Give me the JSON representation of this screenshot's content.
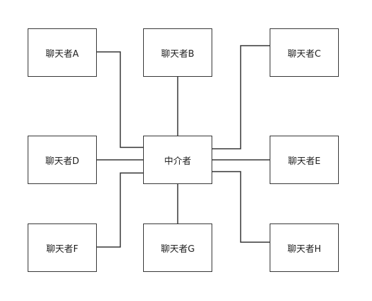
{
  "diagram": {
    "mediator": {
      "label": "中介者"
    },
    "participants": [
      {
        "id": "a",
        "label": "聊天者A"
      },
      {
        "id": "b",
        "label": "聊天者B"
      },
      {
        "id": "c",
        "label": "聊天者C"
      },
      {
        "id": "d",
        "label": "聊天者D"
      },
      {
        "id": "e",
        "label": "聊天者E"
      },
      {
        "id": "f",
        "label": "聊天者F"
      },
      {
        "id": "g",
        "label": "聊天者G"
      },
      {
        "id": "h",
        "label": "聊天者H"
      }
    ],
    "colors": {
      "stroke": "#333333",
      "text": "#222222",
      "background": "#ffffff"
    }
  }
}
